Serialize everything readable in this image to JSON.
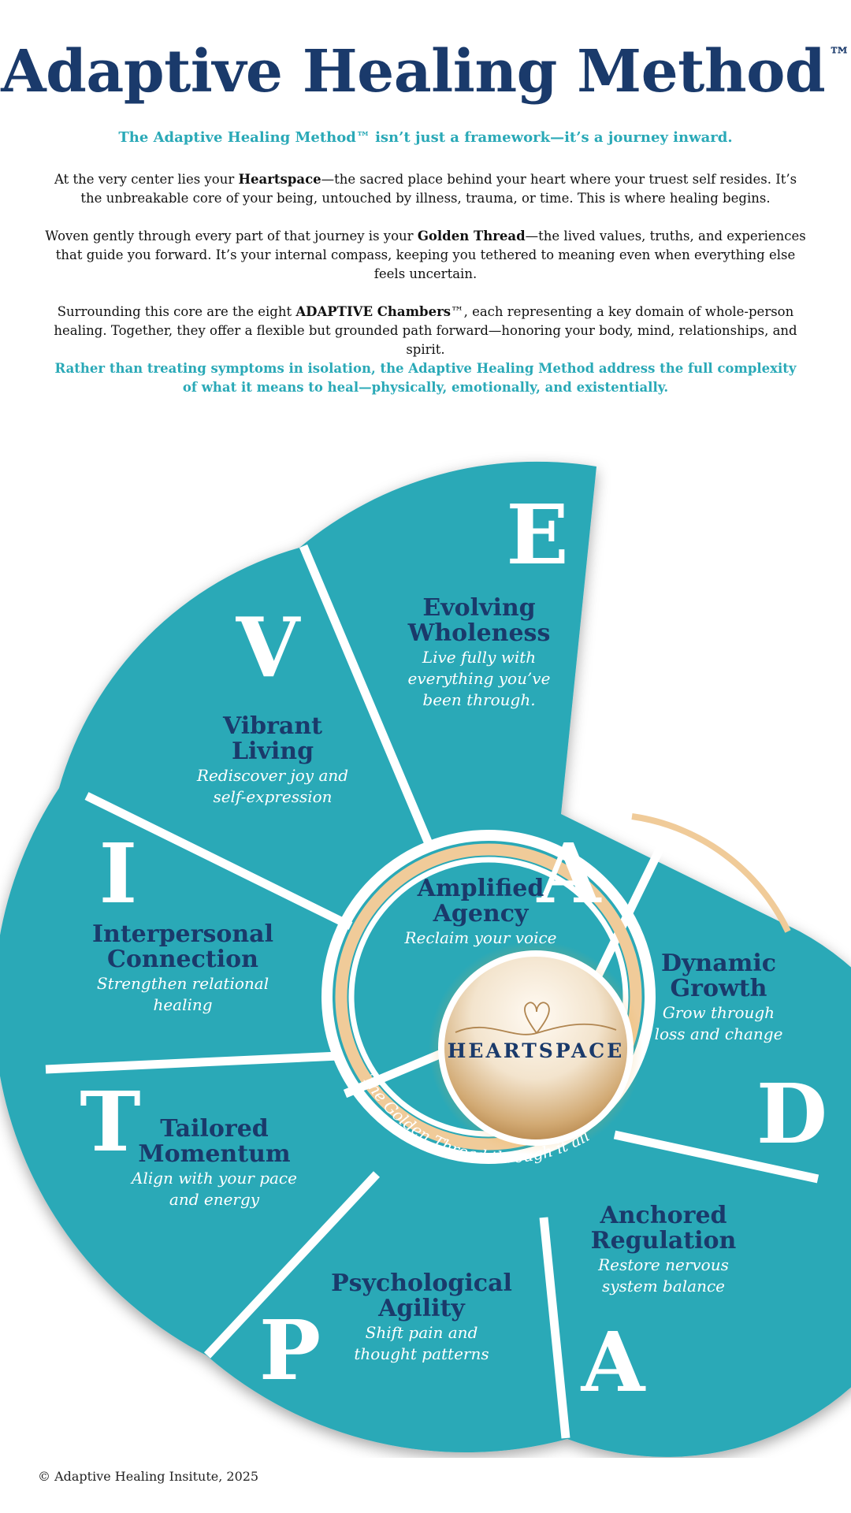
{
  "header": {
    "title": "Adaptive Healing Method",
    "tm": "™",
    "tagline": "The Adaptive Healing Method™ isn’t just a framework—it’s a journey inward."
  },
  "paragraphs": {
    "p1": {
      "pre": "At the very center lies your ",
      "bold": "Heartspace",
      "post": "—the sacred place behind your heart where your truest self resides. It’s the unbreakable core of your being, untouched by illness, trauma, or time. This is where healing begins."
    },
    "p2": {
      "pre": "Woven gently through every part of that journey is your ",
      "bold": "Golden Thread",
      "post": "—the lived values, truths, and experiences that guide you forward. It’s your internal compass, keeping you tethered to meaning even when everything else feels uncertain."
    },
    "p3": {
      "pre": "Surrounding this core are the eight ",
      "bold": "ADAPTIVE Chambers",
      "post": "™, each representing a key domain of whole-person healing. Together, they offer a flexible but grounded path forward—honoring your body, mind, relationships, and spirit."
    },
    "closing": "Rather than treating symptoms in isolation, the Adaptive Healing Method address the full complexity of what it means to heal—physically, emotionally, and existentially."
  },
  "diagram": {
    "center_label": "HEARTSPACE",
    "thread_text": "The Golden Thread through it all.",
    "chambers": [
      {
        "letter": "A",
        "title": [
          "Amplified",
          "Agency"
        ],
        "subtitle": [
          "Reclaim your voice"
        ]
      },
      {
        "letter": "D",
        "title": [
          "Dynamic",
          "Growth"
        ],
        "subtitle": [
          "Grow through",
          "loss and change"
        ]
      },
      {
        "letter": "A",
        "title": [
          "Anchored",
          "Regulation"
        ],
        "subtitle": [
          "Restore nervous",
          "system balance"
        ]
      },
      {
        "letter": "P",
        "title": [
          "Psychological",
          "Agility"
        ],
        "subtitle": [
          "Shift pain and",
          "thought patterns"
        ]
      },
      {
        "letter": "T",
        "title": [
          "Tailored",
          "Momentum"
        ],
        "subtitle": [
          "Align with your pace",
          "and energy"
        ]
      },
      {
        "letter": "I",
        "title": [
          "Interpersonal",
          "Connection"
        ],
        "subtitle": [
          "Strengthen relational",
          "healing"
        ]
      },
      {
        "letter": "V",
        "title": [
          "Vibrant",
          "Living"
        ],
        "subtitle": [
          "Rediscover joy and",
          "self-expression"
        ]
      },
      {
        "letter": "E",
        "title": [
          "Evolving",
          "Wholeness"
        ],
        "subtitle": [
          "Live fully with",
          "everything you’ve",
          "been through."
        ]
      }
    ]
  },
  "colors": {
    "teal": "#2aa9b7",
    "navy": "#1a3a6b",
    "gold": "#f0cb99",
    "white": "#ffffff"
  },
  "footer": {
    "copyright": "© Adaptive Healing Insitute, 2025"
  }
}
